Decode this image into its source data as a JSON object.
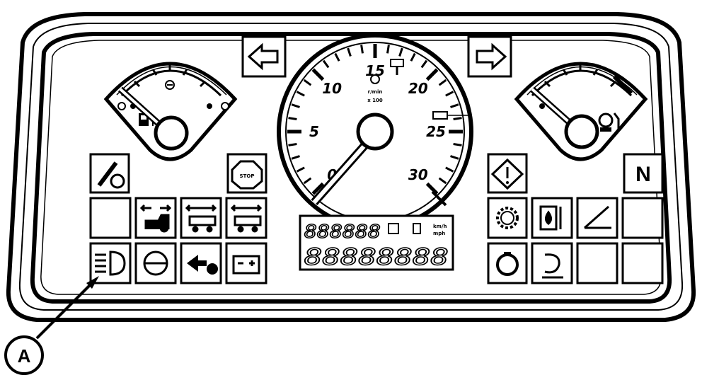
{
  "tachometer": {
    "labels": [
      "0",
      "5",
      "10",
      "15",
      "20",
      "25",
      "30"
    ],
    "unit_line1": "r/min",
    "unit_line2": "x 100"
  },
  "display": {
    "upper_digits": "888888",
    "lower_digits": "88888888",
    "unit_top": "km/h",
    "unit_bottom": "mph"
  },
  "indicators": {
    "neutral": "N",
    "stop": "STOP"
  },
  "callout": {
    "label": "A"
  },
  "icons": {
    "left_gauge": "fuel-gauge",
    "right_gauge": "temperature-gauge",
    "headlight": "headlight-icon",
    "arrow": "callout-arrow"
  }
}
